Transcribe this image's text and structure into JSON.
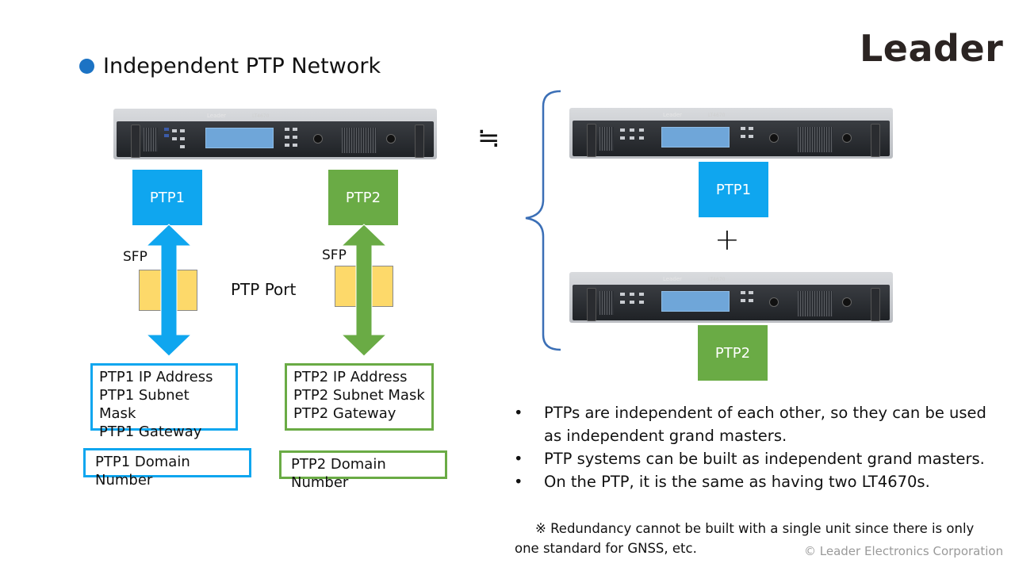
{
  "logo": "Leader",
  "title": "Independent PTP Network",
  "device": {
    "brand": "Leader",
    "model": "LT4670"
  },
  "left": {
    "ptp1_label": "PTP1",
    "ptp2_label": "PTP2",
    "sfp_left": "SFP",
    "sfp_right": "SFP",
    "port_label": "PTP Port",
    "ptp1_info": [
      "PTP1 IP Address",
      "PTP1 Subnet Mask",
      "PTP1 Gateway"
    ],
    "ptp2_info": [
      "PTP2 IP Address",
      "PTP2 Subnet Mask",
      "PTP2 Gateway"
    ],
    "ptp1_domain": "PTP1 Domain Number",
    "ptp2_domain": "PTP2 Domain Number"
  },
  "approx_symbol": "≒",
  "plus_symbol": "+",
  "right": {
    "ptp1_label": "PTP1",
    "ptp2_label": "PTP2"
  },
  "bullets": [
    {
      "marker": "•",
      "text": "PTPs are independent of each other, so they can be used as independent grand masters."
    },
    {
      "marker": "•",
      "text": "PTP systems can be built as independent grand masters."
    },
    {
      "marker": "•",
      "text": "On the PTP, it is the same as having two LT4670s."
    }
  ],
  "note": "※ Redundancy cannot be built with a single unit since there is only one standard for GNSS, etc.",
  "copyright": "© Leader Electronics Corporation",
  "colors": {
    "ptp1": "#0fa6ef",
    "ptp2": "#6aab45",
    "sfp": "#fdd96a",
    "brace": "#3b6fb6",
    "title_dot": "#1c73c4"
  }
}
